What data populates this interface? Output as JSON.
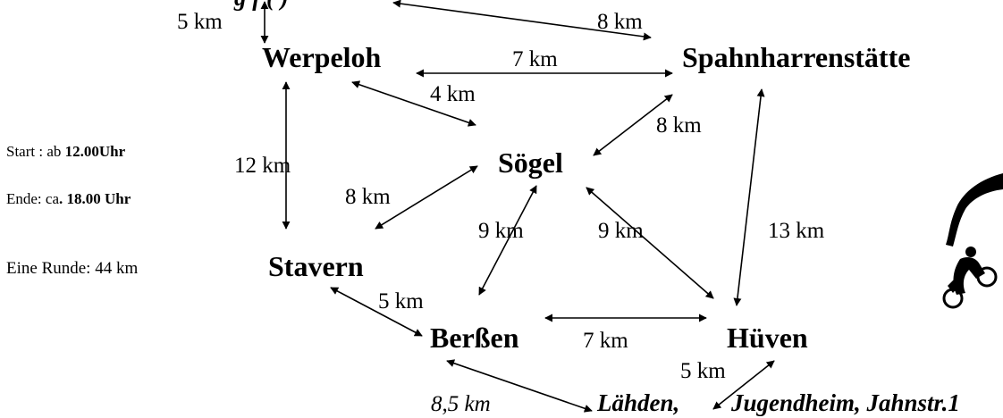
{
  "top_fragment": {
    "text": "g  f             (                        )"
  },
  "nodes": {
    "werpeloh": "Werpeloh",
    "spahnharrenstaette": "Spahnharrenstätte",
    "soegel": "Sögel",
    "stavern": "Stavern",
    "berssen": "Berßen",
    "hueven": "Hüven",
    "laehden": "Lähden,",
    "jugendheim": "Jugendheim, Jahnstr.1"
  },
  "distances": {
    "top_left": "5 km",
    "top_right": "8 km",
    "werpeloh_spahn": "7 km",
    "werpeloh_soegel": "4 km",
    "spahn_soegel": "8 km",
    "werpeloh_stavern": "12 km",
    "stavern_soegel": "8 km",
    "soegel_berssen": "9 km",
    "soegel_hueven": "9 km",
    "spahn_hueven": "13 km",
    "stavern_berssen": "5 km",
    "berssen_hueven": "7 km",
    "hueven_jugendheim": "5 km",
    "berssen_laehden": "8,5 km"
  },
  "info": {
    "start_label": "Start : ab ",
    "start_value": "12.00Uhr",
    "end_label": "Ende: ca",
    "end_value": ". 18.00 Uhr",
    "round": "Eine Runde: 44 km"
  }
}
